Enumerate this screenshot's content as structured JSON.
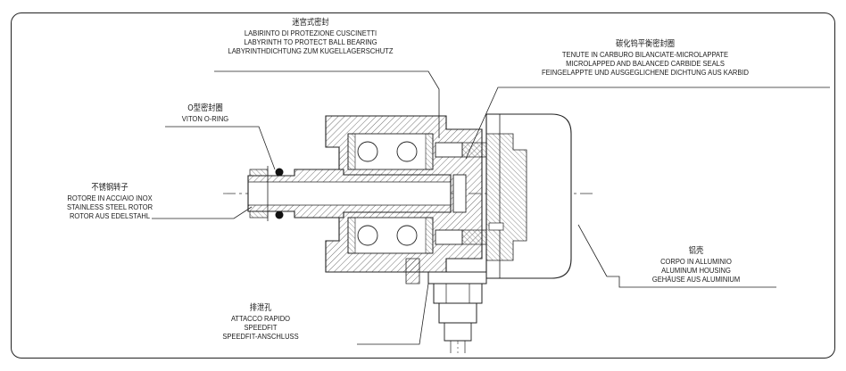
{
  "labels": {
    "labyrinth": {
      "zh": "迷宫式密封",
      "it": "LABIRINTO DI PROTEZIONE CUSCINETTI",
      "en": "LABYRINTH TO PROTECT BALL BEARING",
      "de": "LABYRINTHDICHTUNG ZUM KUGELLAGERSCHUTZ"
    },
    "carbide": {
      "zh": "碳化钨平衡密封圈",
      "it": "TENUTE IN CARBURO BILANCIATE-MICROLAPPATE",
      "en": "MICROLAPPED AND BALANCED CARBIDE SEALS",
      "de": "FEINGELAPPTE UND AUSGEGLICHENE DICHTUNG AUS KARBID"
    },
    "oring": {
      "zh": "O型密封圈",
      "en": "VITON O-RING"
    },
    "rotor": {
      "zh": "不锈钢转子",
      "it": "ROTORE IN ACCIAIO INOX",
      "en": "STAINLESS STEEL ROTOR",
      "de": "ROTOR AUS EDELSTAHL"
    },
    "housing": {
      "zh": "铝壳",
      "it": "CORPO IN ALLUMINIO",
      "en": "ALUMINUM HOUSING",
      "de": "GEHÄUSE AUS ALUMINIUM"
    },
    "drain": {
      "zh": "排泄孔",
      "it": "ATTACCO RAPIDO",
      "en": "SPEEDFIT",
      "de": "SPEEDFIT-ANSCHLUSS"
    }
  }
}
